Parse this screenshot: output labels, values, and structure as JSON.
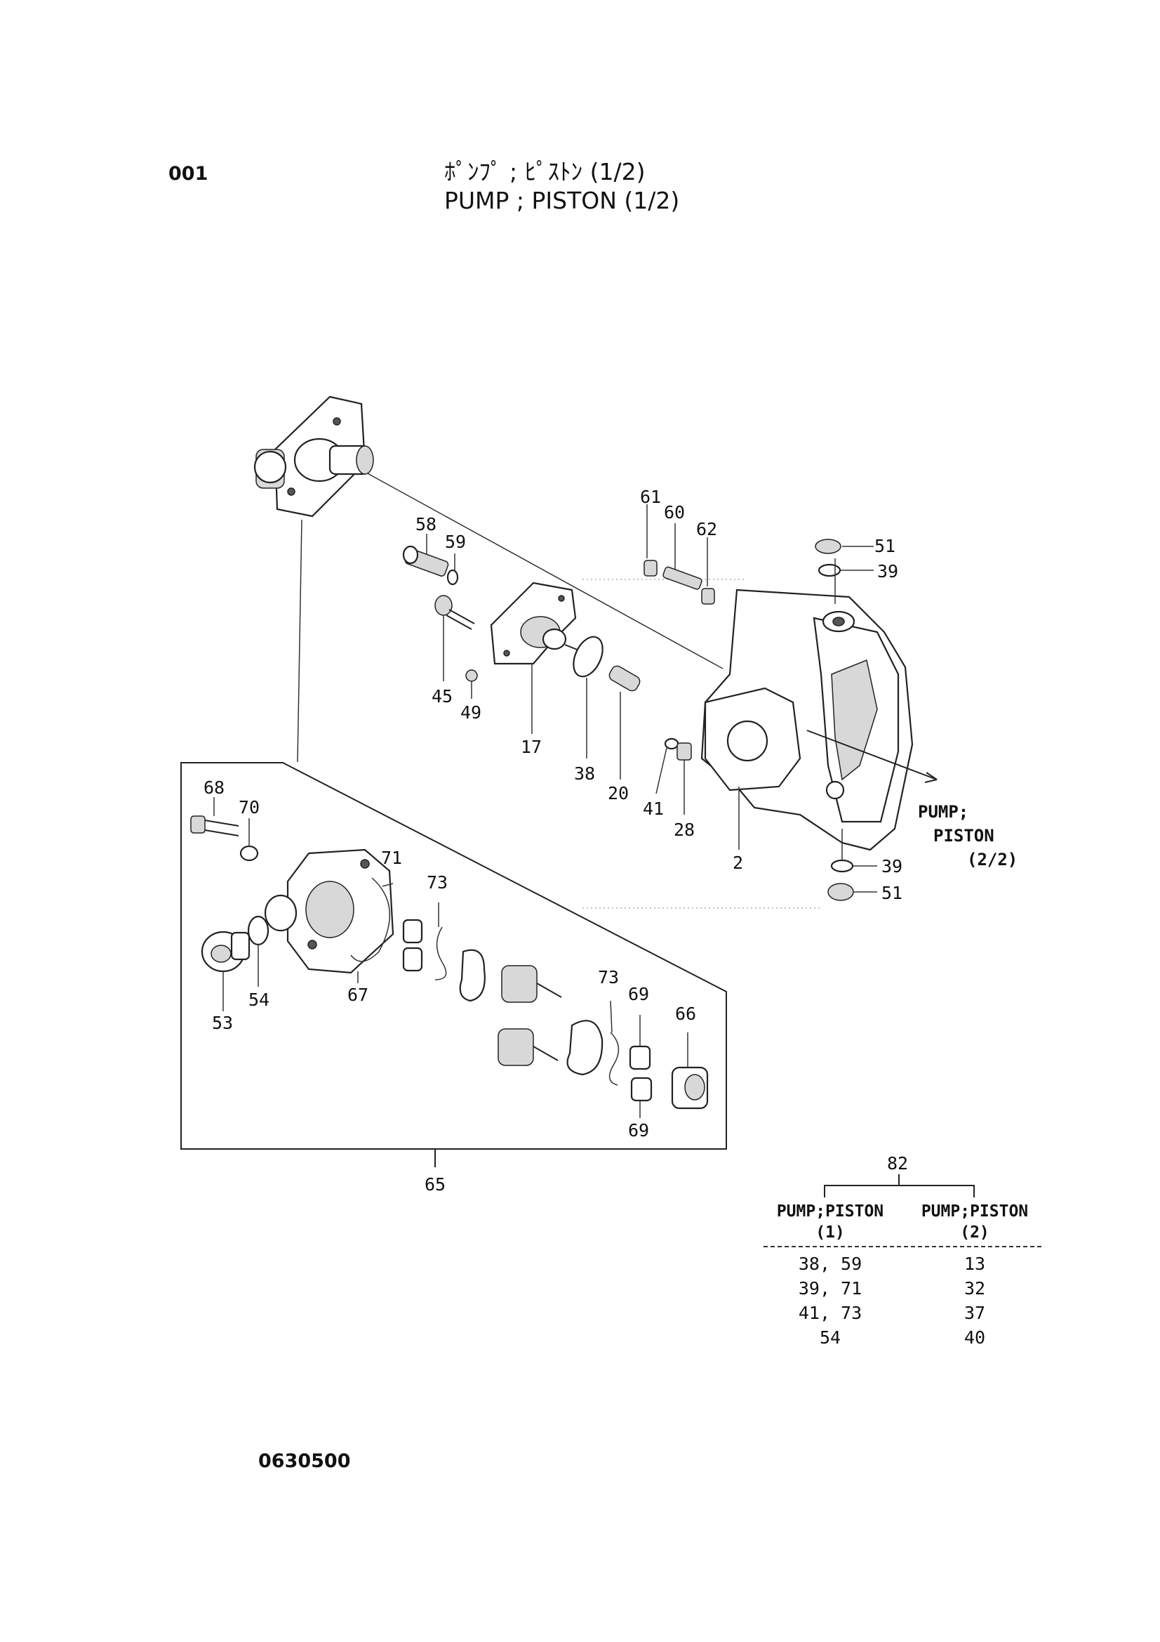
{
  "header": {
    "sheet_number": "001",
    "title_jp": "ﾎﾟﾝﾌﾟ ; ﾋﾟｽﾄﾝ (1/2)",
    "title_en": "PUMP ; PISTON (1/2)"
  },
  "footer": {
    "drawing_number": "0630500"
  },
  "diagram": {
    "callouts": {
      "p61": "61",
      "p60": "60",
      "p62": "62",
      "p51a": "51",
      "p39a": "39",
      "p58": "58",
      "p59": "59",
      "p45": "45",
      "p49": "49",
      "p17": "17",
      "p38": "38",
      "p20": "20",
      "p41": "41",
      "p28": "28",
      "p2": "2",
      "p39b": "39",
      "p51b": "51",
      "p68": "68",
      "p70": "70",
      "p71": "71",
      "p73a": "73",
      "p53": "53",
      "p54": "54",
      "p67": "67",
      "p73b": "73",
      "p69a": "69",
      "p66": "66",
      "p69b": "69",
      "p65": "65",
      "p82": "82"
    },
    "continuation_note": [
      "PUMP;",
      "PISTON",
      "(2/2)"
    ]
  },
  "reference_table": {
    "group_label": "82",
    "headers": [
      {
        "line1": "PUMP;PISTON",
        "line2": "(1)"
      },
      {
        "line1": "PUMP;PISTON",
        "line2": "(2)"
      }
    ],
    "rows": [
      [
        "38, 59",
        "13"
      ],
      [
        "39, 71",
        "32"
      ],
      [
        "41, 73",
        "37"
      ],
      [
        "54",
        "40"
      ]
    ]
  }
}
